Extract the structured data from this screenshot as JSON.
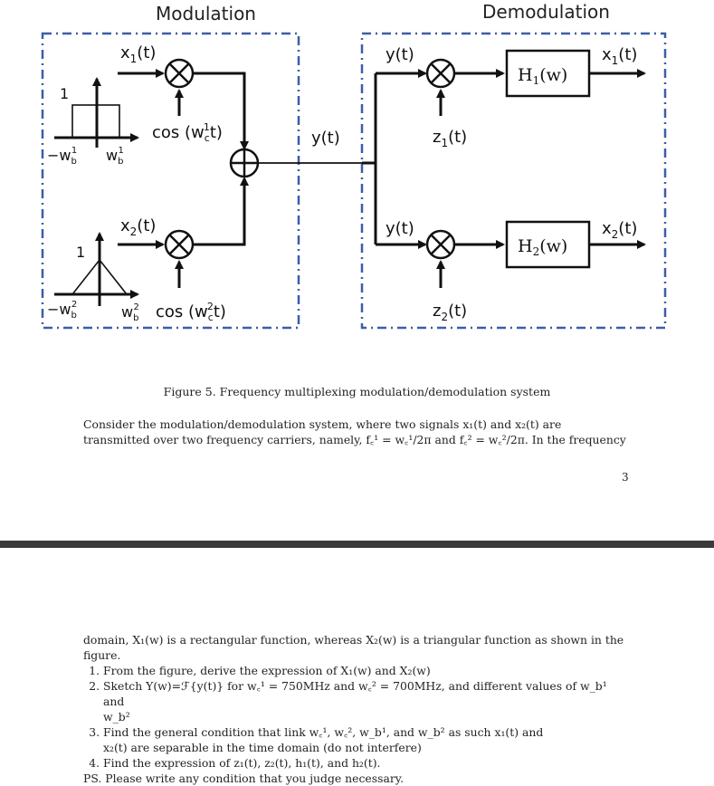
{
  "diagram": {
    "modulation_title": "Modulation",
    "demodulation_title": "Demodulation",
    "x1": "x",
    "x1_sub": "1",
    "x1_tail": "(t)",
    "x2": "x",
    "x2_sub": "2",
    "x2_tail": "(t)",
    "rect_height": "1",
    "tri_height": "1",
    "rect_neg": "−w",
    "rect_neg_sub": "b",
    "rect_neg_sup": "1",
    "rect_pos": "w",
    "rect_pos_sub": "b",
    "rect_pos_sup": "1",
    "tri_neg": "−w",
    "tri_neg_sub": "b",
    "tri_neg_sup": "2",
    "tri_pos": "w",
    "tri_pos_sub": "b",
    "tri_pos_sup": "2",
    "cos1_a": "cos (w",
    "cos1_sub": "c",
    "cos1_sup": "1",
    "cos1_b": "t)",
    "cos2_a": "cos (w",
    "cos2_sub": "c",
    "cos2_sup": "2",
    "cos2_b": "t)",
    "y_mid": "y(t)",
    "y_top": "y(t)",
    "y_bot": "y(t)",
    "z1": "z",
    "z1_sub": "1",
    "z1_tail": "(t)",
    "z2": "z",
    "z2_sub": "2",
    "z2_tail": "(t)",
    "h1": "H",
    "h1_sub": "1",
    "h1_tail": "(w)",
    "h2": "H",
    "h2_sub": "2",
    "h2_tail": "(w)",
    "out1": "x",
    "out1_sub": "1",
    "out1_tail": "(t)",
    "out2": "x",
    "out2_sub": "2",
    "out2_tail": "(t)"
  },
  "caption": "Figure 5. Frequency multiplexing modulation/demodulation system",
  "page1": {
    "para_line1": "Consider the modulation/demodulation system, where two signals x₁(t) and x₂(t) are",
    "para_line2": "transmitted over two frequency carriers, namely, f꜀¹ = w꜀¹/2π and f꜀² = w꜀²/2π. In the frequency",
    "page_number": "3"
  },
  "page2": {
    "intro_line1": "domain, X₁(w) is a rectangular function, whereas X₂(w) is a triangular function as shown in the",
    "intro_line2": "figure.",
    "q1": "From the figure, derive the expression of X₁(w) and X₂(w)",
    "q2_line1": "Sketch Y(w)=ℱ{y(t)} for w꜀¹ = 750MHz and w꜀² = 700MHz, and different values of w_b¹ and",
    "q2_line2": "w_b²",
    "q3_line1": "Find the general condition that link w꜀¹, w꜀², w_b¹, and w_b² as such x₁(t) and",
    "q3_line2": "x₂(t) are separable in the time domain (do not interfere)",
    "q4": "Find the expression of z₁(t), z₂(t), h₁(t), and h₂(t).",
    "ps": "PS. Please write any condition that you judge necessary."
  }
}
